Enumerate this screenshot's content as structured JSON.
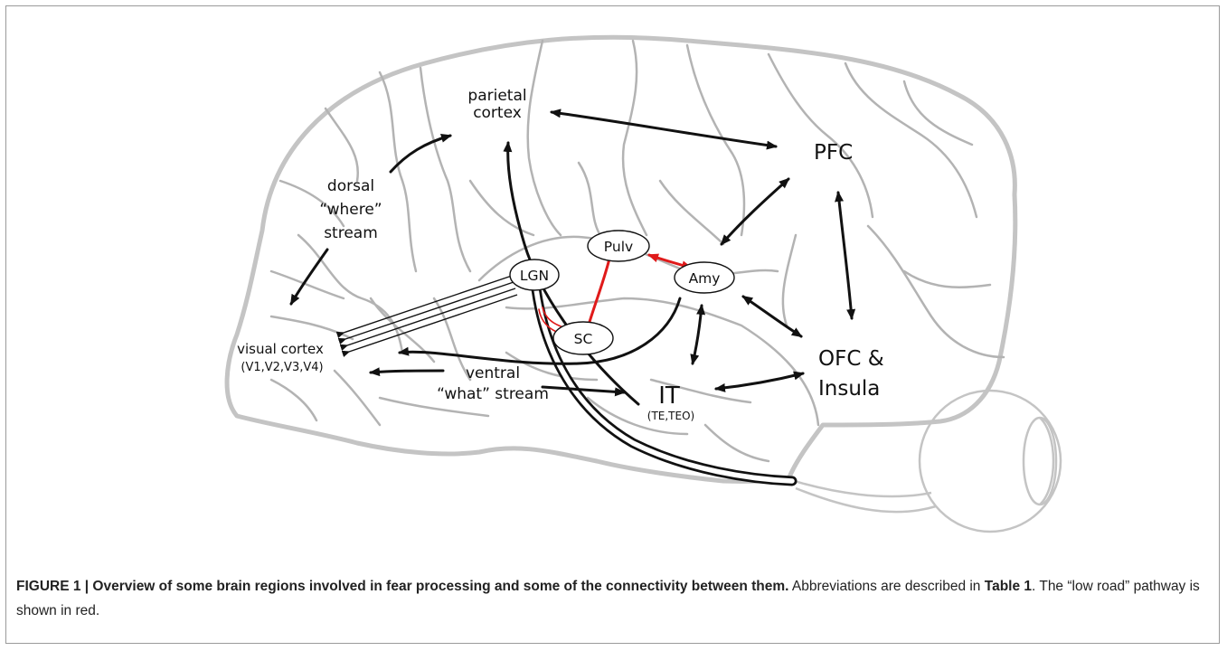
{
  "figure": {
    "labels": {
      "parietal": [
        "parietal",
        "cortex"
      ],
      "pfc": "PFC",
      "dorsal": [
        "dorsal",
        "“where”",
        "stream"
      ],
      "visual": "visual cortex",
      "visual_sub": "(V1,V2,V3,V4)",
      "ventral": [
        "ventral",
        "“what” stream"
      ],
      "it": "IT",
      "it_sub": "(TE,TEO)",
      "ofc": [
        "OFC &",
        "Insula"
      ]
    },
    "nodes": {
      "lgn": "LGN",
      "pulv": "Pulv",
      "amy": "Amy",
      "sc": "SC"
    },
    "colors": {
      "outline": "#c4c4c4",
      "sulci": "#b3b3b3",
      "arrow": "#111111",
      "low_road": "#e01a1a"
    }
  },
  "caption": {
    "label": "FIGURE 1 | Overview of some brain regions involved in fear processing and some of the connectivity between them.",
    "text_1": " Abbreviations are described in ",
    "table_ref": "Table 1",
    "text_2": ". The “low road” pathway is shown in red."
  }
}
